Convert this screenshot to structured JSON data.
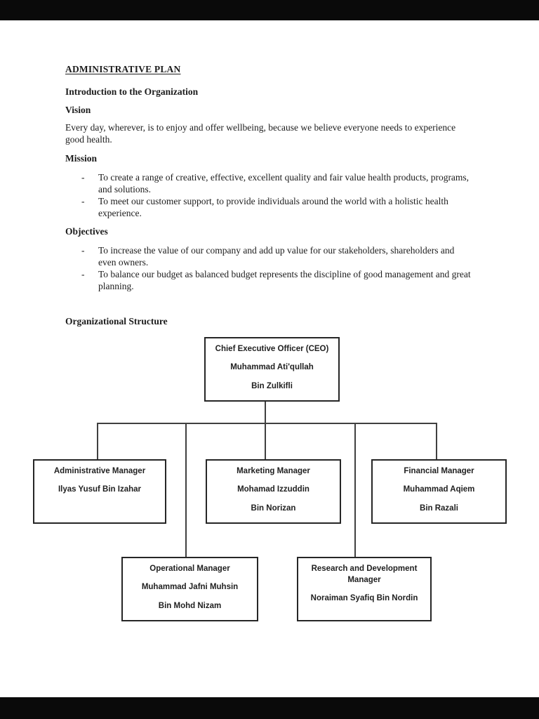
{
  "document": {
    "title": "ADMINISTRATIVE PLAN",
    "intro_heading": "Introduction to the Organization",
    "vision_heading": "Vision",
    "vision_text": "Every day, wherever, is to enjoy and offer wellbeing, because we believe everyone needs to experience good health.",
    "mission_heading": "Mission",
    "mission_items": [
      "To create a range of creative, effective, excellent quality and fair value health products, programs, and solutions.",
      "To meet our customer support, to provide individuals around the world with a holistic health experience."
    ],
    "objectives_heading": "Objectives",
    "objectives_items": [
      "To increase the value of our company and add up value for our stakeholders, shareholders and even owners.",
      "To balance our budget as balanced budget represents the discipline of good management and great planning."
    ],
    "org_heading": "Organizational Structure",
    "bullet": "-"
  },
  "orgchart": {
    "nodes": {
      "ceo": {
        "title": "Chief Executive Officer (CEO)",
        "name1": "Muhammad Ati'qullah",
        "name2": "Bin Zulkifli"
      },
      "admin": {
        "title": "Administrative Manager",
        "name1": "Ilyas Yusuf Bin Izahar"
      },
      "marketing": {
        "title": "Marketing Manager",
        "name1": "Mohamad Izzuddin",
        "name2": "Bin Norizan"
      },
      "financial": {
        "title": "Financial Manager",
        "name1": "Muhammad Aqiem",
        "name2": "Bin Razali"
      },
      "operational": {
        "title": "Operational Manager",
        "name1": "Muhammad Jafni Muhsin",
        "name2": "Bin Mohd Nizam"
      },
      "rnd": {
        "title": "Research and Development Manager",
        "name1": "Noraiman Syafiq Bin Nordin"
      }
    }
  },
  "colors": {
    "page_bg": "#ffffff",
    "frame_bg": "#0a0a0a",
    "text": "#1c1c1c",
    "box_border": "#262626",
    "connector_line": "#404040"
  }
}
